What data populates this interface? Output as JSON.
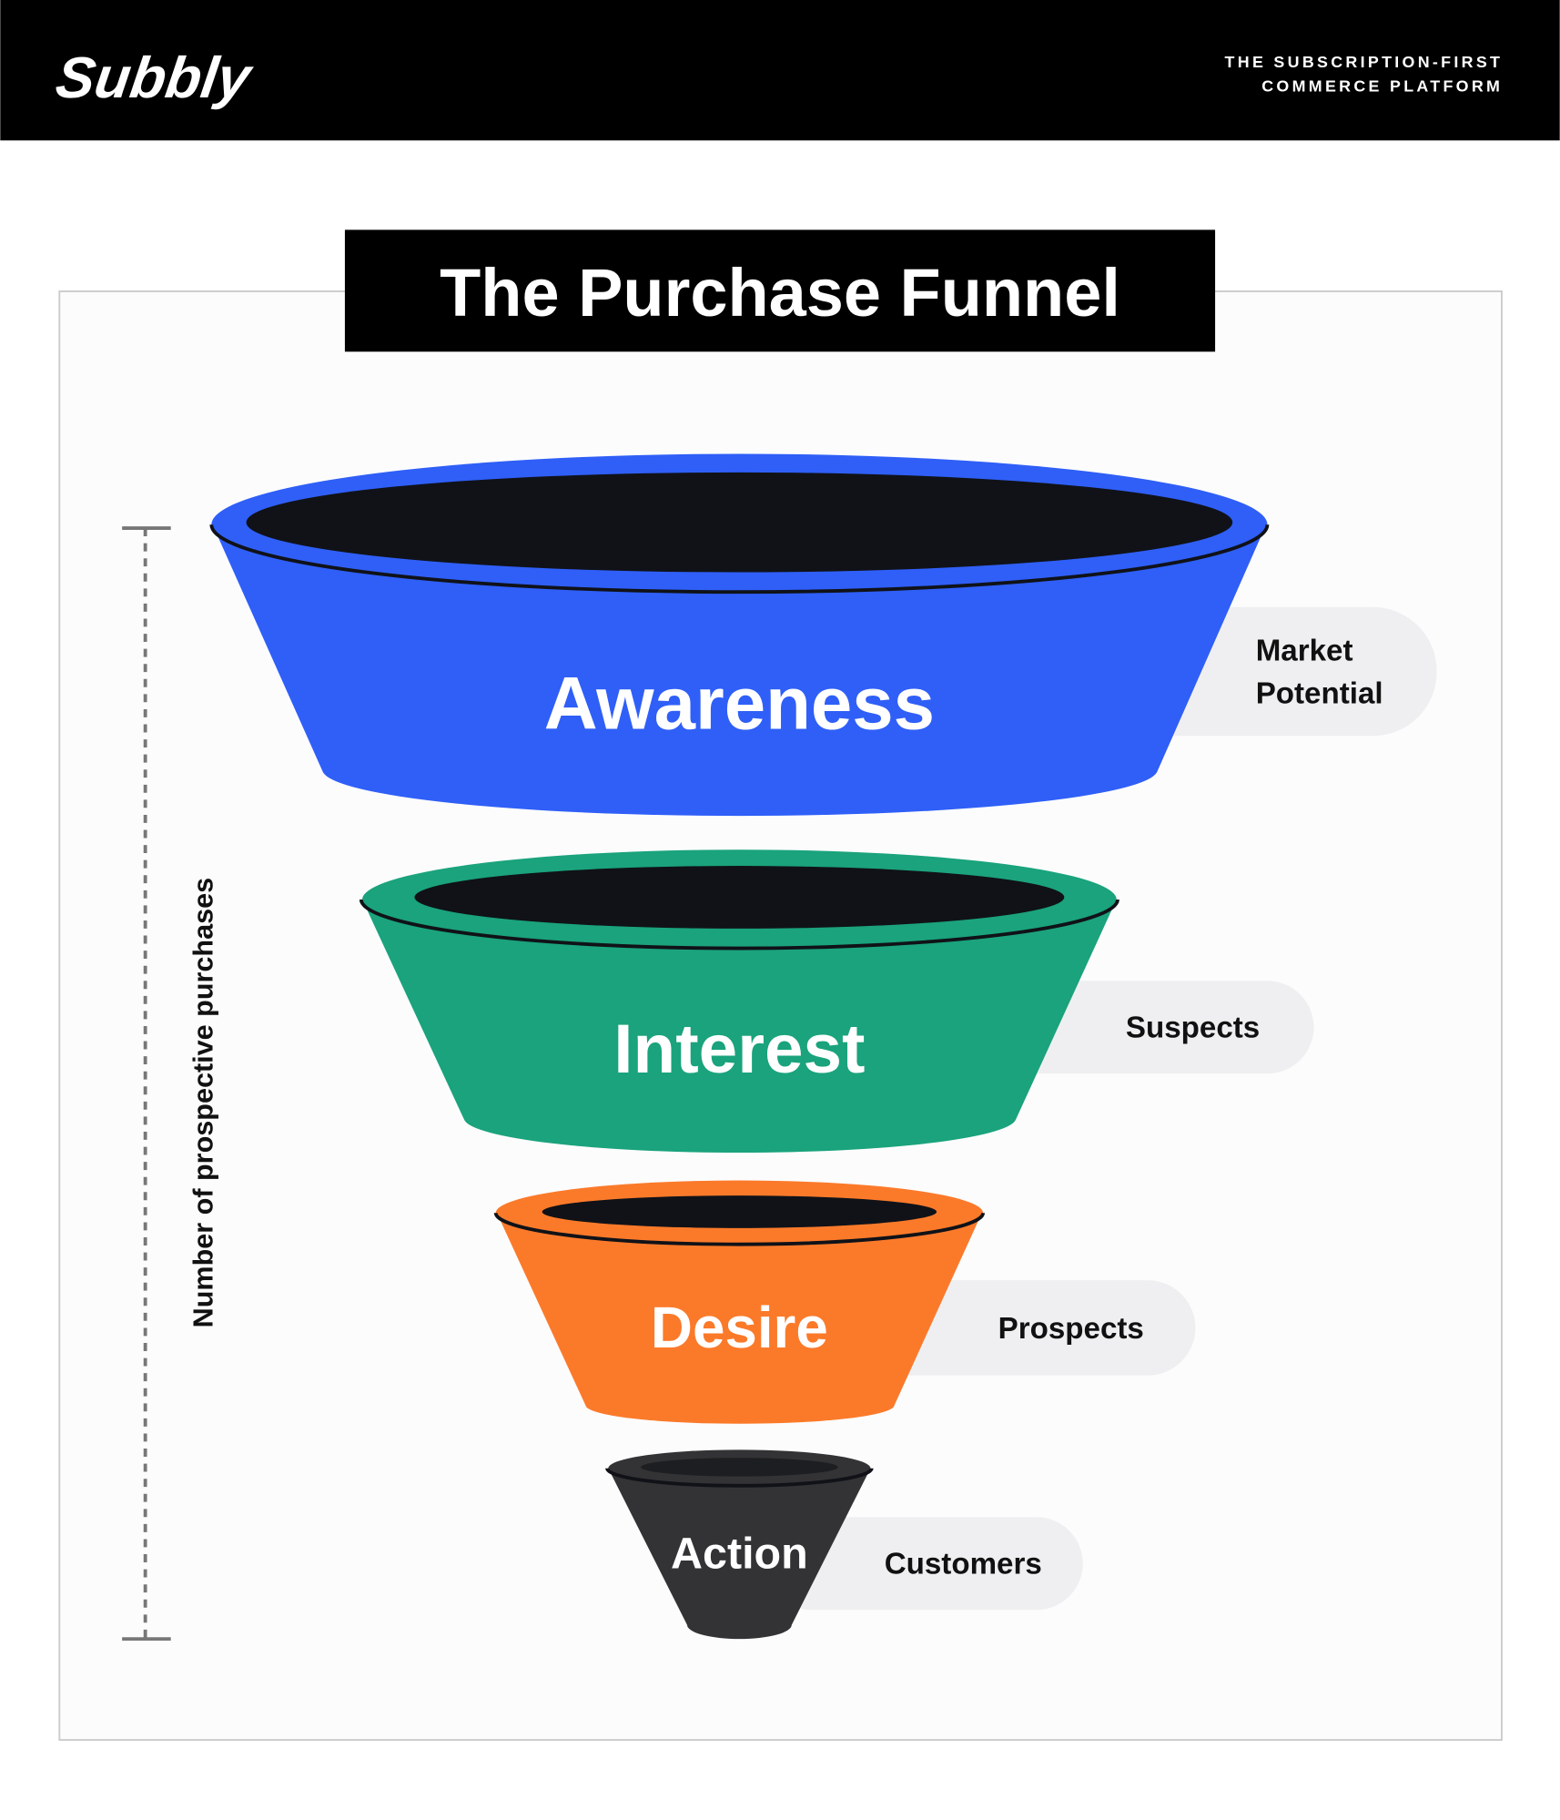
{
  "header": {
    "logo": "Subbly",
    "tagline_line1": "THE SUBSCRIPTION-FIRST",
    "tagline_line2": "COMMERCE PLATFORM"
  },
  "title": "The Purchase Funnel",
  "axis_label": "Number of prospective purchases",
  "stages": [
    {
      "name": "Awareness",
      "audience_line1": "Market",
      "audience_line2": "Potential",
      "color": "#2f5ff7"
    },
    {
      "name": "Interest",
      "audience": "Suspects",
      "color": "#1aa37c"
    },
    {
      "name": "Desire",
      "audience": "Prospects",
      "color": "#fb7a2a"
    },
    {
      "name": "Action",
      "audience": "Customers",
      "color": "#333335"
    }
  ],
  "colors": {
    "header_bg": "#000000",
    "pill_bg": "#efeff1",
    "inner": "#101218",
    "frame": "#cccccc"
  }
}
